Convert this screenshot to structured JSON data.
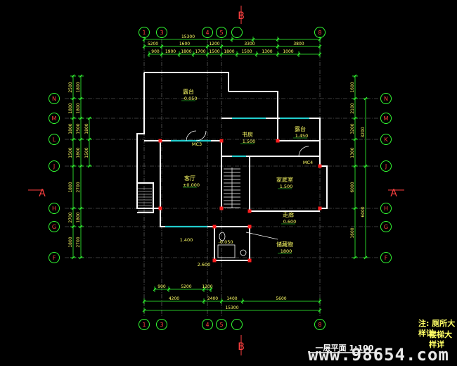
{
  "section_marks": {
    "top": "B",
    "bottom": "B",
    "left": "A",
    "right": "A"
  },
  "axes_top": [
    "1",
    "3",
    "4",
    "5",
    "8"
  ],
  "axes_bottom": [
    "1",
    "3",
    "4",
    "5",
    "8"
  ],
  "axes_left": [
    "N",
    "M",
    "L",
    "J",
    "H",
    "G",
    "F"
  ],
  "axes_right": [
    "N",
    "M",
    "K",
    "J",
    "H",
    "G",
    "F"
  ],
  "dims_top_row1": [
    "5200",
    "1600",
    "1200",
    "3300",
    "3800"
  ],
  "dims_top_row2": [
    "900",
    "1900",
    "1800",
    "1700",
    "1500",
    "1800",
    "1500",
    "1300",
    "1000"
  ],
  "dim_top_total": "15300",
  "dims_bottom_row1": [
    "900",
    "5200",
    "1200"
  ],
  "dims_bottom_row2": [
    "4200",
    "2400",
    "1400",
    "5600"
  ],
  "dim_bottom_total": "15300",
  "dims_left": [
    "2500",
    "1800",
    "1800",
    "1500",
    "1800",
    "2700",
    "1800",
    "2700"
  ],
  "dims_right": [
    "1600",
    "2100",
    "3200",
    "1300",
    "6000",
    "1600"
  ],
  "rooms": [
    {
      "name": "露台",
      "elev": "-0.050"
    },
    {
      "name": "书房",
      "elev": "1.500"
    },
    {
      "name": "露台",
      "elev": "1.450"
    },
    {
      "name": "客厅",
      "elev": "±0.000"
    },
    {
      "name": "家庭室",
      "elev": "1.500"
    },
    {
      "name": "走廊",
      "elev": "0.600"
    },
    {
      "name": "储藏物",
      "elev": "1800"
    }
  ],
  "misc_labels": [
    "1.400",
    "2.600",
    "-0.050",
    "MC3",
    "MC4"
  ],
  "title": "一层平面  1:100",
  "notes": [
    "注: 厕所大样详",
    "楼梯大样详"
  ],
  "watermark": "www.98654.com",
  "colors": {
    "bg": "#000000",
    "wall": "#ffffff",
    "dim": "#33ff33",
    "axis": "#ff4040",
    "text": "#ffff66",
    "window": "#22cccc",
    "grid": "#777777"
  }
}
